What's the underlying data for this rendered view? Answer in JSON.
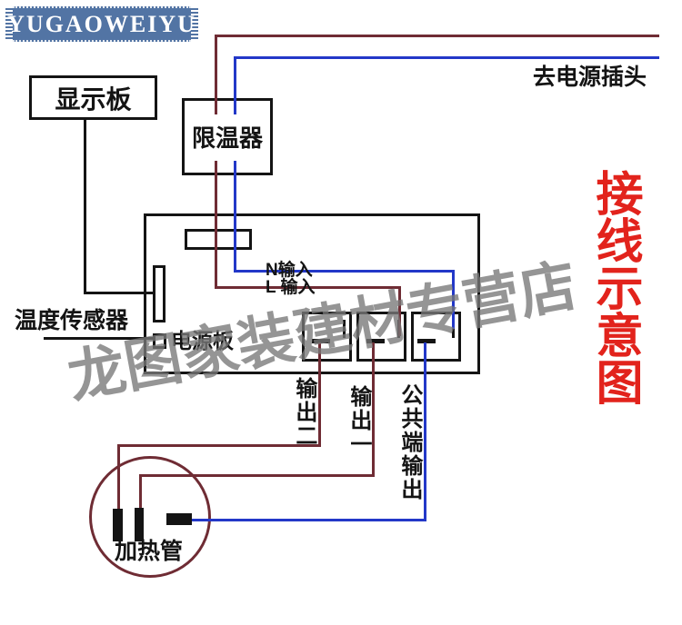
{
  "logo": {
    "brand": "YUGAOWEIYU"
  },
  "title": {
    "text": "接线示意图"
  },
  "watermark": {
    "text": "龙图家装建材专营店"
  },
  "colors": {
    "live_wire": "#6f2c34",
    "neutral_wire": "#2338c8",
    "title_red": "#e2231c",
    "logo_blue": "#5274a4",
    "watermark_gray": "#787878"
  },
  "components": {
    "display_board": "显示板",
    "temp_limiter": "限温器",
    "temp_sensor": "温度传感器",
    "power_board": "电源板",
    "heating_tube": "加热管"
  },
  "wire_labels": {
    "to_power_plug": "去电源插头",
    "n_input": "N输入",
    "l_input": "L 输入",
    "output_2": "输出二",
    "output_1": "输出一",
    "common_output": "公共端输出"
  }
}
